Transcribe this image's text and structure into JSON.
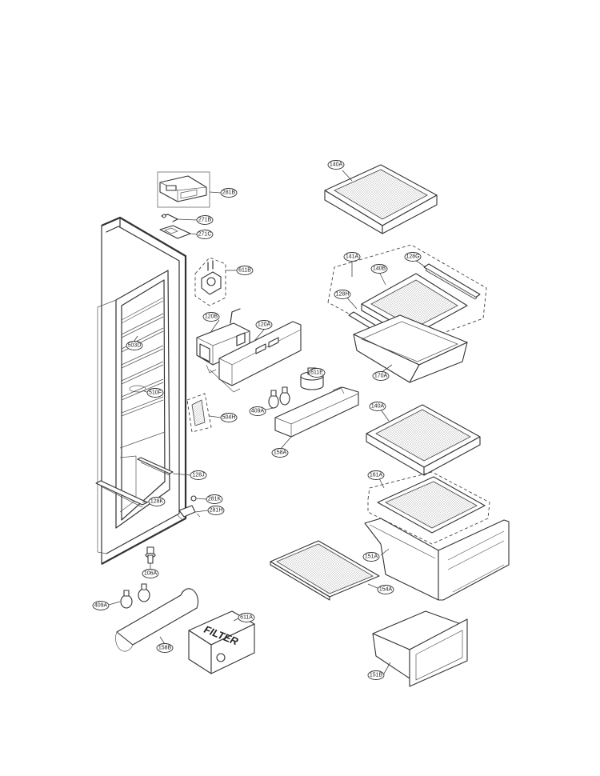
{
  "parts": [
    {
      "id": "p281B",
      "label": "281B"
    },
    {
      "id": "p271B",
      "label": "271B"
    },
    {
      "id": "p271C",
      "label": "271C"
    },
    {
      "id": "p611B",
      "label": "611B"
    },
    {
      "id": "p120B",
      "label": "120B"
    },
    {
      "id": "p120A",
      "label": "120A"
    },
    {
      "id": "p503D",
      "label": "503D"
    },
    {
      "id": "p510F",
      "label": "510F"
    },
    {
      "id": "p504H",
      "label": "504H"
    },
    {
      "id": "p611E",
      "label": "611E"
    },
    {
      "id": "p409A1",
      "label": "409A"
    },
    {
      "id": "p158A",
      "label": "158A"
    },
    {
      "id": "p128J",
      "label": "128J"
    },
    {
      "id": "p128K",
      "label": "128K"
    },
    {
      "id": "p281K",
      "label": "281K"
    },
    {
      "id": "p281H",
      "label": "281H"
    },
    {
      "id": "p106A",
      "label": "106A"
    },
    {
      "id": "p409A2",
      "label": "409A"
    },
    {
      "id": "p158B",
      "label": "158B"
    },
    {
      "id": "p611A",
      "label": "611A"
    },
    {
      "id": "p140A1",
      "label": "140A"
    },
    {
      "id": "p141A",
      "label": "141A"
    },
    {
      "id": "p128G",
      "label": "128G"
    },
    {
      "id": "p140B",
      "label": "140B"
    },
    {
      "id": "p128H",
      "label": "128H"
    },
    {
      "id": "p170A",
      "label": "170A"
    },
    {
      "id": "p140A2",
      "label": "140A"
    },
    {
      "id": "p161A",
      "label": "161A"
    },
    {
      "id": "p151A",
      "label": "151A"
    },
    {
      "id": "p154A",
      "label": "154A"
    },
    {
      "id": "p151B",
      "label": "151B"
    }
  ],
  "filter_label": "FILTER"
}
